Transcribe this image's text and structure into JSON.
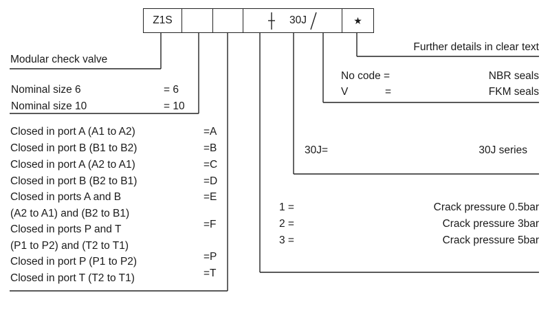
{
  "code_boxes": {
    "model": "Z1S",
    "series_sep": "–",
    "series": "30J",
    "seal_sep": "/",
    "star": "★"
  },
  "labels": {
    "product": "Modular check valve",
    "details": "Further details in clear text",
    "seals": [
      {
        "code": "No code =",
        "desc": "NBR seals"
      },
      {
        "code": "V",
        "eq": "=",
        "desc": "FKM seals"
      }
    ],
    "sizes": [
      {
        "name": "Nominal size  6",
        "code": "= 6"
      },
      {
        "name": "Nominal size 10",
        "code": "= 10"
      }
    ],
    "series_row": {
      "code": "30J=",
      "desc": "30J series"
    },
    "pressure": [
      {
        "code": "1 =",
        "desc": "Crack pressure 0.5bar"
      },
      {
        "code": "2 =",
        "desc": "Crack pressure 3bar"
      },
      {
        "code": "3 =",
        "desc": "Crack pressure 5bar"
      }
    ],
    "functions": [
      "Closed in port A (A1 to A2)",
      "Closed in port B (B1 to B2)",
      "Closed in port A (A2 to A1)",
      "Closed in port B (B2 to B1)",
      "Closed in ports A and B",
      "(A2 to A1) and (B2 to B1)",
      "Closed in ports P and T",
      "(P1 to P2) and (T2 to T1)",
      "Closed in port P (P1 to P2)",
      "Closed in port T (T2 to T1)"
    ],
    "function_codes": [
      "=A",
      "=B",
      "=C",
      "=D",
      "=E",
      "=F",
      "=P",
      "=T"
    ]
  }
}
